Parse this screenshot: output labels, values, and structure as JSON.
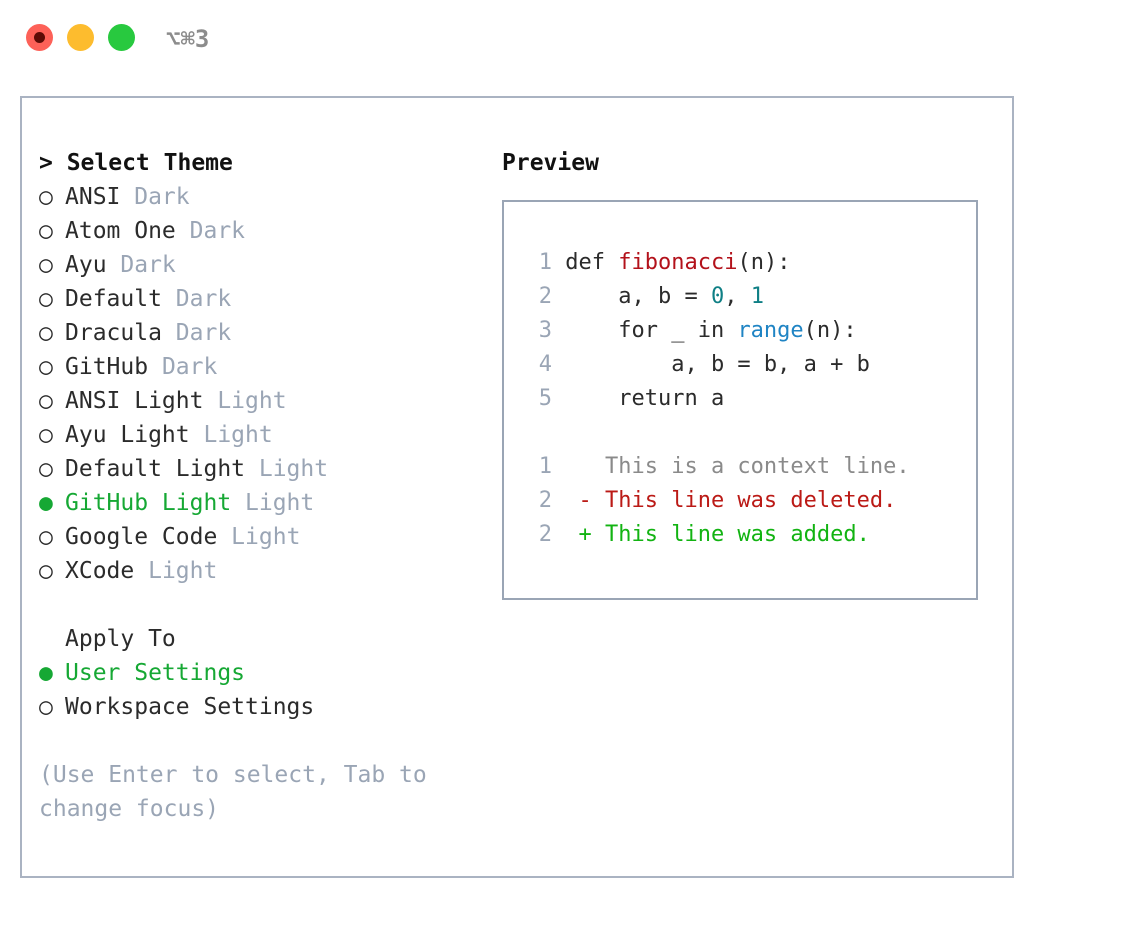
{
  "titlebar": {
    "shortcut": "⌥⌘3",
    "dots": [
      {
        "name": "close-button",
        "color": "#fd6158"
      },
      {
        "name": "minimize-button",
        "color": "#fdbc2e"
      },
      {
        "name": "maximize-button",
        "color": "#28c93f"
      }
    ]
  },
  "theme_selector": {
    "header": "> Select Theme",
    "items": [
      {
        "marker": "○",
        "name": "ANSI",
        "tag": "Dark",
        "selected": false
      },
      {
        "marker": "○",
        "name": "Atom One",
        "tag": "Dark",
        "selected": false
      },
      {
        "marker": "○",
        "name": "Ayu",
        "tag": "Dark",
        "selected": false
      },
      {
        "marker": "○",
        "name": "Default",
        "tag": "Dark",
        "selected": false
      },
      {
        "marker": "○",
        "name": "Dracula",
        "tag": "Dark",
        "selected": false
      },
      {
        "marker": "○",
        "name": "GitHub",
        "tag": "Dark",
        "selected": false
      },
      {
        "marker": "○",
        "name": "ANSI Light",
        "tag": "Light",
        "selected": false
      },
      {
        "marker": "○",
        "name": "Ayu Light",
        "tag": "Light",
        "selected": false
      },
      {
        "marker": "○",
        "name": "Default Light",
        "tag": "Light",
        "selected": false
      },
      {
        "marker": "●",
        "name": "GitHub Light",
        "tag": "Light",
        "selected": true
      },
      {
        "marker": "○",
        "name": "Google Code",
        "tag": "Light",
        "selected": false
      },
      {
        "marker": "○",
        "name": "XCode",
        "tag": "Light",
        "selected": false
      }
    ]
  },
  "apply_to": {
    "header": "Apply To",
    "items": [
      {
        "marker": "●",
        "name": "User Settings",
        "selected": true
      },
      {
        "marker": "○",
        "name": "Workspace Settings",
        "selected": false
      }
    ]
  },
  "hint": "(Use Enter to select, Tab to change focus)",
  "preview": {
    "title": "Preview",
    "code_lines": [
      {
        "no": "1",
        "tokens": [
          {
            "t": "def ",
            "c": "plain"
          },
          {
            "t": "fibonacci",
            "c": "func"
          },
          {
            "t": "(n):",
            "c": "plain"
          }
        ]
      },
      {
        "no": "2",
        "tokens": [
          {
            "t": "    a, b = ",
            "c": "plain"
          },
          {
            "t": "0",
            "c": "num"
          },
          {
            "t": ", ",
            "c": "plain"
          },
          {
            "t": "1",
            "c": "num"
          }
        ]
      },
      {
        "no": "3",
        "tokens": [
          {
            "t": "    for _ in ",
            "c": "plain"
          },
          {
            "t": "range",
            "c": "builtin"
          },
          {
            "t": "(n):",
            "c": "plain"
          }
        ]
      },
      {
        "no": "4",
        "tokens": [
          {
            "t": "        a, b = b, a + b",
            "c": "plain"
          }
        ]
      },
      {
        "no": "5",
        "tokens": [
          {
            "t": "    return a",
            "c": "plain"
          }
        ]
      }
    ],
    "diff_lines": [
      {
        "no": "1",
        "sign": " ",
        "text": "This is a context line.",
        "kind": "ctx"
      },
      {
        "no": "2",
        "sign": "-",
        "text": "This line was deleted.",
        "kind": "del"
      },
      {
        "no": "2",
        "sign": "+",
        "text": "This line was added.",
        "kind": "add"
      }
    ]
  },
  "colors": {
    "selected_green": "#16a834",
    "muted": "#9aa5b5",
    "border": "#aab3c2",
    "diff_delete": "#bb1a16",
    "diff_add": "#12b312",
    "token_function": "#b3121b",
    "token_number": "#0f7f85",
    "token_builtin": "#1f84c4"
  }
}
